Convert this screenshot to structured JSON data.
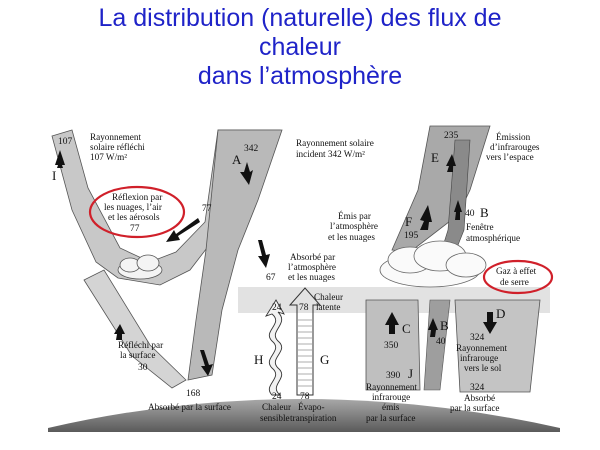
{
  "title": {
    "line1": "La distribution (naturelle) des flux de",
    "line2": "chaleur",
    "line3": "dans l’atmosphère"
  },
  "diagram": {
    "reflected_solar": {
      "value": "107",
      "l1": "Rayonnement",
      "l2": "solaire réfléchi",
      "l3": "107 W/m²"
    },
    "incident_solar": {
      "value": "342",
      "l1": "Rayonnement solaire",
      "l2": "incident 342 W/m²"
    },
    "emission_space": {
      "value": "235",
      "l1": "Émission",
      "l2": "d’infrarouges",
      "l3": "vers l’espace"
    },
    "reflection_clouds": {
      "l1": "Réflexion par",
      "l2": "les nuages, l’air",
      "l3": "et les aérosols",
      "value": "77",
      "value_side": "77"
    },
    "emitted_atmosphere": {
      "l1": "Émis par",
      "l2": "l’atmosphère",
      "l3": "et les nuages",
      "value": "195"
    },
    "window": {
      "value": "40",
      "letter": "B",
      "l1": "Fenêtre",
      "l2": "atmosphérique"
    },
    "absorbed_atmosphere": {
      "value": "67",
      "l1": "Absorbé par",
      "l2": "l’atmosphère",
      "l3": "et les nuages"
    },
    "greenhouse": {
      "l1": "Gaz à effet",
      "l2": "de serre"
    },
    "latent_heat": {
      "l1": "Chaleur",
      "l2": "latente",
      "value_top": "78",
      "value_bottom": "78",
      "l3": "Évapo-",
      "l4": "transpiration",
      "letter": "G"
    },
    "sensible_heat": {
      "value_top": "24",
      "value_bottom": "24",
      "l1": "Chaleur",
      "l2": "sensible",
      "letter": "H"
    },
    "reflected_surface": {
      "l1": "Réfléchi par",
      "l2": "la surface",
      "value": "30"
    },
    "absorbed_surface": {
      "value": "168",
      "label": "Absorbé par la surface"
    },
    "surface_emission": {
      "value": "390",
      "letter": "J",
      "l1": "Rayonnement",
      "l2": "infrarouge",
      "l3": "émis",
      "l4": "par la surface"
    },
    "c_flux": {
      "letter": "C",
      "value": "350"
    },
    "b_flux": {
      "letter": "B",
      "value": "40"
    },
    "back_radiation": {
      "value": "324",
      "letter": "D",
      "l1": "Rayonnement",
      "l2": "infrarouge",
      "l3": "vers le sol"
    },
    "absorbed_ground": {
      "value": "324",
      "l1": "Absorbé",
      "l2": "par la surface"
    },
    "letters": {
      "a": "A",
      "e": "E",
      "f": "F",
      "i": "I"
    }
  }
}
